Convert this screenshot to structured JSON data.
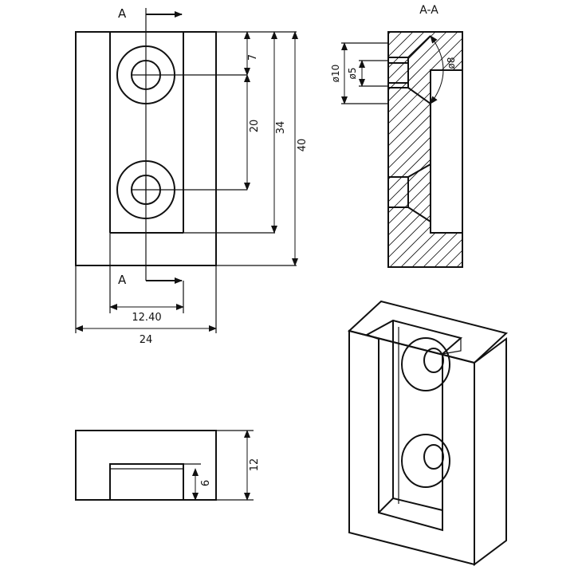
{
  "section": {
    "cut_label_top": "A",
    "cut_label_bottom": "A",
    "view_title": "A-A"
  },
  "dimensions": {
    "hole_offset": "7",
    "hole_spacing": "20",
    "pocket_length": "34",
    "overall_height": "40",
    "pocket_width": "12.40",
    "overall_width": "24",
    "thickness": "12",
    "pocket_depth": "6",
    "counterbore_dia": "ø10",
    "hole_dia": "ø5",
    "countersink_dia": "ø8"
  },
  "colors": {
    "line": "#111111",
    "background": "#ffffff"
  }
}
